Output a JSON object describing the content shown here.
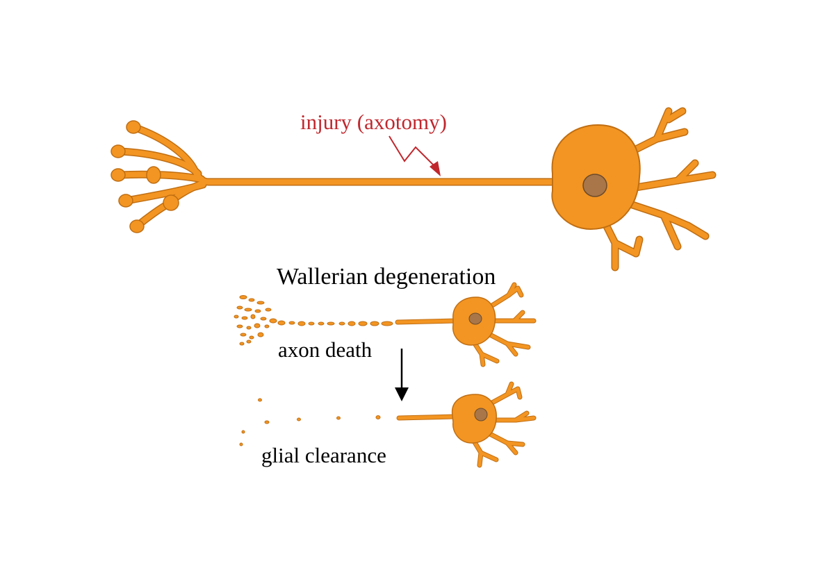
{
  "labels": {
    "injury": "injury (axotomy)",
    "wallerian": "Wallerian degeneration",
    "axon_death": "axon death",
    "glial_clearance": "glial clearance"
  },
  "colors": {
    "neuron_fill": "#F39522",
    "neuron_outline": "#C06E12",
    "nucleus_fill": "#A87648",
    "nucleus_outline": "#6B4A2B",
    "injury_red": "#C0272D",
    "arrow_black": "#000000",
    "background": "#FFFFFF"
  },
  "icons": {
    "injury_marker": "lightning-bolt-arrow",
    "stage_transition": "down-arrow"
  }
}
